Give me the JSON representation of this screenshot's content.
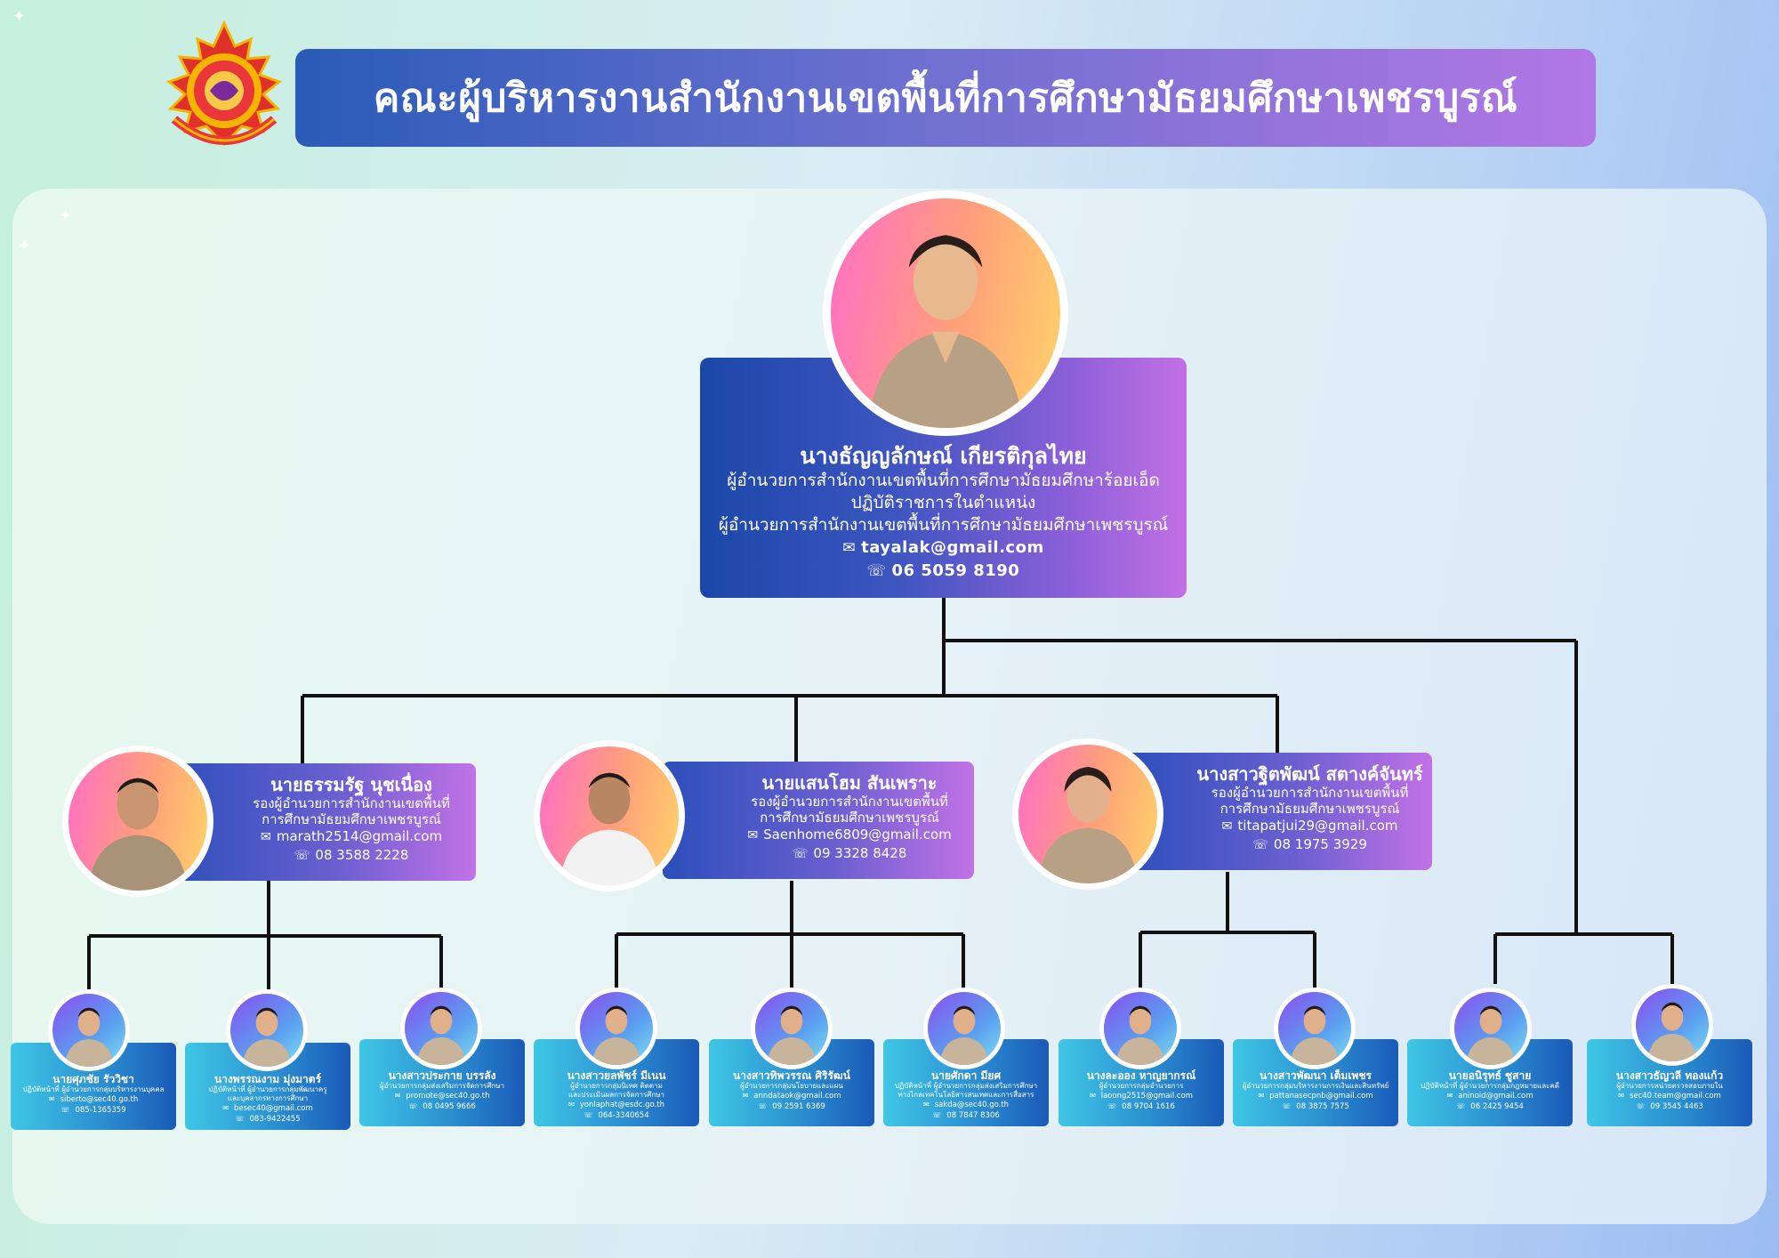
{
  "header": {
    "title": "คณะผู้บริหารงานสำนักงานเขตพื้นที่การศึกษามัธยมศึกษาเพชรบูรณ์",
    "logo_icon": "office-emblem-icon"
  },
  "director": {
    "name": "นางธัญญลักษณ์ เกียรติกุลไทย",
    "line1": "ผู้อำนวยการสำนักงานเขตพื้นที่การศึกษามัธยมศึกษาร้อยเอ็ด",
    "line2": "ปฏิบัติราชการในตำแหน่ง",
    "line3": "ผู้อำนวยการสำนักงานเขตพื้นที่การศึกษามัธยมศึกษาเพชรบูรณ์",
    "email": "tayalak@gmail.com",
    "phone": "06 5059 8190"
  },
  "deputies": [
    {
      "name": "นายธรรมรัฐ นุชเนื่อง",
      "line1": "รองผู้อำนวยการสำนักงานเขตพื้นที่",
      "line2": "การศึกษามัธยมศึกษาเพชรบูรณ์",
      "email": "marath2514@gmail.com",
      "phone": "08 3588 2228"
    },
    {
      "name": "นายแสนโฮม สันเพราะ",
      "line1": "รองผู้อำนวยการสำนักงานเขตพื้นที่",
      "line2": "การศึกษามัธยมศึกษาเพชรบูรณ์",
      "email": "Saenhome6809@gmail.com",
      "phone": "09 3328 8428"
    },
    {
      "name": "นางสาวฐิตพัฒน์ สตางค์จันทร์",
      "line1": "รองผู้อำนวยการสำนักงานเขตพื้นที่",
      "line2": "การศึกษามัธยมศึกษาเพชรบูรณ์",
      "email": "titapatjui29@gmail.com",
      "phone": "08 1975 3929"
    }
  ],
  "staff": [
    {
      "name": "นายศุภชัย รัววิชา",
      "line1": "ปฏิบัติหน้าที่ ผู้อำนวยการกลุ่มบริหารงานบุคคล",
      "line2": "",
      "email": "siberto@sec40.go.th",
      "phone": "085-1365359"
    },
    {
      "name": "นางพรรณงาม มุ่งมาตร์",
      "line1": "ปฏิบัติหน้าที่ ผู้อำนวยการกลุ่มพัฒนาครู",
      "line2": "และบุคลากรทางการศึกษา",
      "email": "besec40@gmail.com",
      "phone": "083-9422455"
    },
    {
      "name": "นางสาวประกาย บรรลัง",
      "line1": "ผู้อำนวยการกลุ่มส่งเสริมการจัดการศึกษา",
      "line2": "",
      "email": "promote@sec40.go.th",
      "phone": "08 0495 9666"
    },
    {
      "name": "นางสาวยลพัชร์ มีเนน",
      "line1": "ผู้อำนวยการกลุ่มนิเทศ ติดตาม",
      "line2": "และประเมินผลการจัดการศึกษา",
      "email": "yonlaphat@esdc.go.th",
      "phone": "064-3340654"
    },
    {
      "name": "นางสาวทิพวรรณ ศิริรัฒน์",
      "line1": "ผู้อำนวยการกลุ่มนโยบายและแผน",
      "line2": "",
      "email": "anndataok@gmail.com",
      "phone": "09 2591 6369"
    },
    {
      "name": "นายศักดา มียศ",
      "line1": "ปฏิบัติหน้าที่ ผู้อำนวยการกลุ่มส่งเสริมการศึกษา",
      "line2": "ทางไกลเทคโนโลยีสารสนเทศและการสื่อสาร",
      "email": "sakda@sec40.go.th",
      "phone": "08 7847 8306"
    },
    {
      "name": "นางละออง หาญยากรณ์",
      "line1": "ผู้อำนวยการกลุ่มอำนวยการ",
      "line2": "",
      "email": "laoong2515@gmail.com",
      "phone": "08 9704 1616"
    },
    {
      "name": "นางสาวพัฒนา เต็มเพชร",
      "line1": "ผู้อำนวยการกลุ่มบริหารงานการเงินและสินทรัพย์",
      "line2": "",
      "email": "pattanasecpnb@gmail.com",
      "phone": "08 3875 7575"
    },
    {
      "name": "นายอนิรุทธ์ ชูสาย",
      "line1": "ปฏิบัติหน้าที่ ผู้อำนวยการกลุ่มกฎหมายและคดี",
      "line2": "",
      "email": "aninoid@gmail.com",
      "phone": "06 2425 9454"
    },
    {
      "name": "นางสาวธัญวลี ทองแก้ว",
      "line1": "ผู้อำนวยการหน่วยตรวจสอบภายใน",
      "line2": "",
      "email": "sec40.team@gmail.com",
      "phone": "09 3545 4463"
    }
  ],
  "icons": {
    "email": "envelope-icon",
    "phone": "phone-icon",
    "photo": "person-photo-icon"
  },
  "colors": {
    "director_card_start": "#1b47a8",
    "director_card_end": "#c270e4",
    "staff_card_start": "#3fc6e6",
    "staff_card_end": "#1a5ab8",
    "connector": "#111111"
  }
}
